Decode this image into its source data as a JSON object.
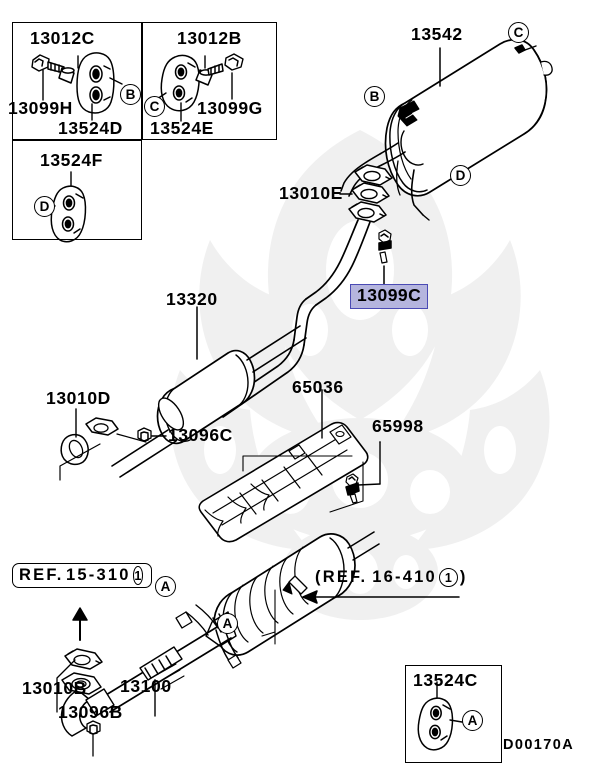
{
  "diagram": {
    "code": "D00170A",
    "highlight_color": "#b5b5de",
    "highlight_border_color": "#4a4ab4",
    "line_color": "#000000"
  },
  "inset_boxes": [
    {
      "id": "box-13012c",
      "title": "13012C",
      "labels": [
        "13099H",
        "13524D"
      ],
      "callout": "B"
    },
    {
      "id": "box-13012b",
      "title": "13012B",
      "labels": [
        "13099G",
        "13524E"
      ],
      "callout": "C"
    },
    {
      "id": "box-13524f",
      "title": "13524F",
      "labels": [],
      "callout": "D"
    },
    {
      "id": "box-13524c",
      "title": "13524C",
      "labels": [],
      "callout": "A"
    }
  ],
  "part_labels": {
    "muffler": "13542",
    "gasket_rear": "13010E",
    "hanger_bolt_highlight": "13099C",
    "resonator": "13320",
    "gasket_center": "13010D",
    "nut_center": "13096C",
    "heat_shield": "65036",
    "heat_shield_bolt": "65998",
    "gasket_front": "13010B",
    "nut_front": "13096B",
    "front_pipe": "13100",
    "hanger_13012c": "13012C",
    "hanger_13012b": "13012B",
    "bolt_13099h": "13099H",
    "bolt_13099g": "13099G",
    "rubber_13524d": "13524D",
    "rubber_13524e": "13524E",
    "rubber_13524f": "13524F",
    "rubber_13524c": "13524C"
  },
  "references": {
    "left": {
      "prefix": "REF.",
      "number": "15-310",
      "circled": "1"
    },
    "right": {
      "open": "(",
      "prefix": "REF.",
      "number": "16-410",
      "circled": "1",
      "close": ")"
    }
  },
  "callouts": {
    "muffler_b": "B",
    "muffler_c": "C",
    "muffler_d": "D",
    "cat_a_left": "A",
    "cat_a_lower": "A",
    "box_b": "B",
    "box_c": "C",
    "box_d": "D",
    "box_a": "A"
  }
}
